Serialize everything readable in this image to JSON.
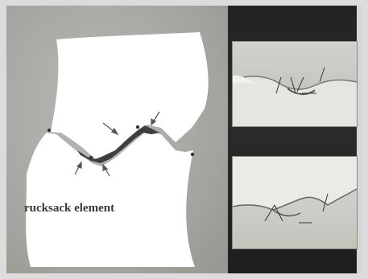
{
  "diagram": {
    "label": "rucksack element"
  },
  "colors": {
    "left_background": "#a8a8a4",
    "tooth_fill": "#ffffff",
    "fold_band": "#4a4a4a",
    "right_background": "#232323"
  },
  "icons": [
    "arrow-icon"
  ],
  "photos": {
    "top": {
      "kind": "micrograph"
    },
    "bottom": {
      "kind": "micrograph"
    }
  }
}
